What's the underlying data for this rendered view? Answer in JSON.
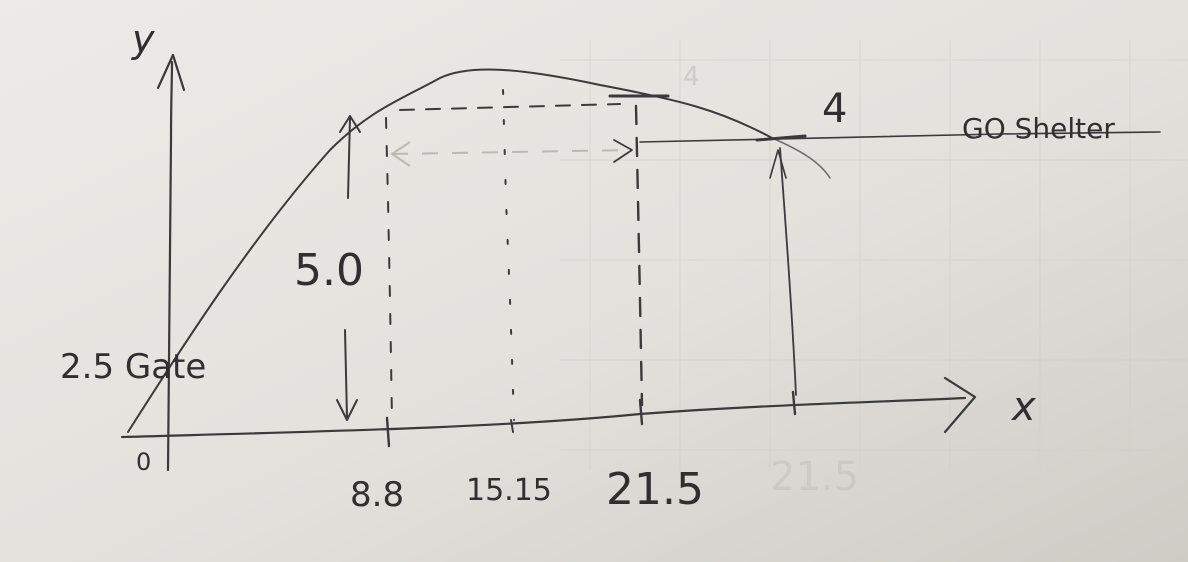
{
  "axes": {
    "x_label": "x",
    "y_label": "y",
    "origin_label": "0"
  },
  "annotations": {
    "start_label": "2.5 Gate",
    "height_label": "5.0",
    "end_height_label": "4",
    "end_label": "GO Shelter"
  },
  "x_ticks": [
    "8.8",
    "15.15",
    "21.5"
  ],
  "faint_background_text": "21.5",
  "colors": {
    "paper": "#dcd9d3",
    "paper_light": "#e9e7e2",
    "ink": "#3a3a3c",
    "faint_ink": "#bdbab4"
  }
}
